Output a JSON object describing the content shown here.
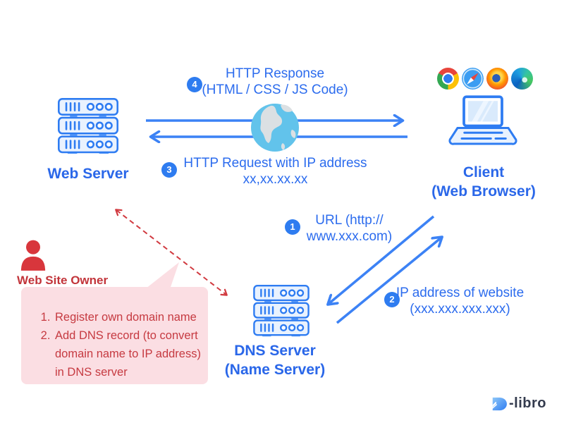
{
  "nodes": {
    "web_server": {
      "label": "Web Server",
      "icon": "server-stack-icon"
    },
    "client": {
      "line1": "Client",
      "line2": "(Web Browser)",
      "icon": "laptop-icon",
      "browser_icons": [
        "chrome-icon",
        "safari-icon",
        "firefox-icon",
        "edge-icon"
      ]
    },
    "dns_server": {
      "line1": "DNS Server",
      "line2": "(Name Server)",
      "icon": "server-stack-icon"
    },
    "site_owner": {
      "label": "Web Site Owner",
      "icon": "person-icon"
    }
  },
  "flows": {
    "f1": {
      "num": "1",
      "line1": "URL (http://",
      "line2": "www.xxx.com)"
    },
    "f2": {
      "num": "2",
      "line1": "IP address of website",
      "line2": "(xxx.xxx.xxx.xxx)"
    },
    "f3": {
      "num": "3",
      "line1": "HTTP Request with IP address",
      "line2": "xx,xx.xx.xx"
    },
    "f4": {
      "num": "4",
      "line1": "HTTP Response",
      "line2": "(HTML / CSS / JS Code)"
    }
  },
  "owner_note": {
    "items": [
      "Register own domain name",
      "Add DNS record (to convert domain name to IP address) in DNS server"
    ]
  },
  "logo": {
    "icon": "d-libro-icon",
    "text": "-libro"
  },
  "colors": {
    "primary_text_blue": "#2c6cee",
    "node_label_blue": "#2a67e9",
    "arrow_blue": "#3c82f5",
    "badge_blue": "#2e7cf0",
    "icon_stroke_blue": "#2e7cf2",
    "icon_fill_blue": "#e9f2fe",
    "globe_blue": "#62c3eb",
    "red": "#d13a40",
    "owner_red": "#d8363c",
    "bubble_bg": "#fbdee3",
    "bubble_text": "#c63a41",
    "logo_navy": "#343b4e"
  }
}
